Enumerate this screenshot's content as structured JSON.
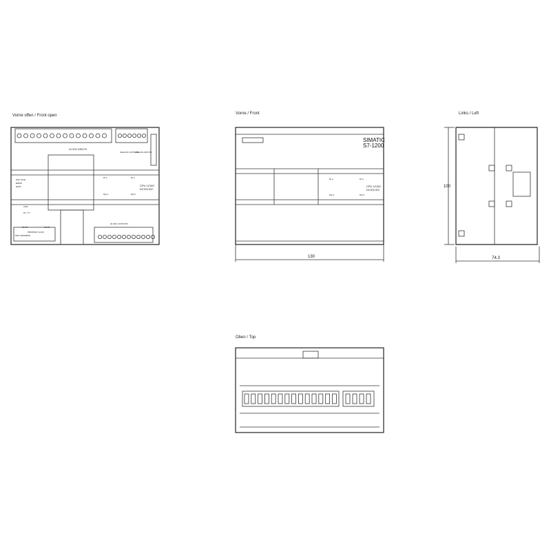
{
  "views": {
    "front_open": {
      "caption": "Vorne offen / Front open",
      "labels": {
        "inputs": "24 VDC INPUTS",
        "analog_out": "ANALOG OUTPUTS",
        "analog_in": "ANALOG INPUTS",
        "cpu": "CPU 1215C",
        "cpu_type": "DC/DC/DC",
        "outputs": "24 VDC OUTPUTS",
        "link": "LINK",
        "rxtx": "Rx / Tx",
        "p1": "X1 P1",
        "p2": "X1 P2",
        "profinet": "PROFINET (LAN)",
        "mac": "MAC ADDRESS",
        "dia": "DI a",
        "dib": "DI b",
        "dqa": "DQ a",
        "dqb": "DQ b",
        "status": [
          "RUN / STOP",
          "ERROR",
          "MAINT"
        ]
      }
    },
    "front": {
      "caption": "Vorne / Front",
      "brand": "SIMATIC",
      "series": "S7-1200",
      "cpu": "CPU 1215C",
      "cpu_type": "DC/DC/DC",
      "dimension_width": "130",
      "dia": "DI a",
      "dib": "DI b",
      "dqa": "DQ a",
      "dqb": "DQ b"
    },
    "left": {
      "caption": "Links / Left",
      "dimension_height": "100",
      "dimension_depth": "74.3"
    },
    "top": {
      "caption": "Oben / Top"
    }
  }
}
